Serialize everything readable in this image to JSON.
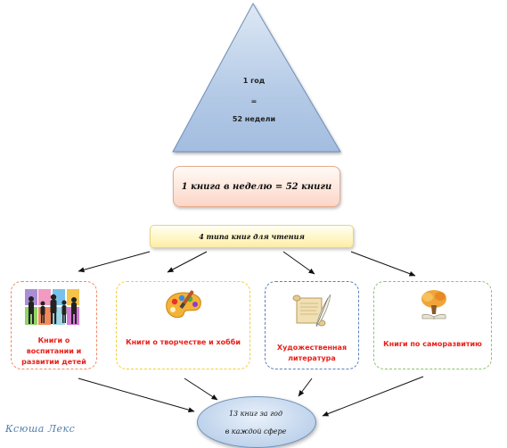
{
  "triangle": {
    "line1": "1 год",
    "line2": "=",
    "line3": "52 недели"
  },
  "rate_box": {
    "text": "1 книга в неделю = 52 книги"
  },
  "types_box": {
    "text": "4 типа книг для чтения"
  },
  "categories": [
    {
      "label_line1": "Книги о",
      "label_line2": "воспитании и",
      "label_line3": "развитии детей",
      "icon": "family-icon",
      "border_color": "#f08a6a"
    },
    {
      "label": "Книги о творчестве  и хобби",
      "icon": "palette-icon",
      "border_color": "#f3cf3a"
    },
    {
      "label_line1": "Художественная",
      "label_line2": "литература",
      "icon": "scroll-quill-icon",
      "border_color": "#5b7fc0"
    },
    {
      "label": "Книги по саморазвитию",
      "icon": "tree-icon",
      "border_color": "#8ec46a"
    }
  ],
  "result": {
    "line1": "13 книг  за год",
    "line2": "в каждой  сфере"
  },
  "watermark": {
    "text": "Ксюша Лекс"
  }
}
